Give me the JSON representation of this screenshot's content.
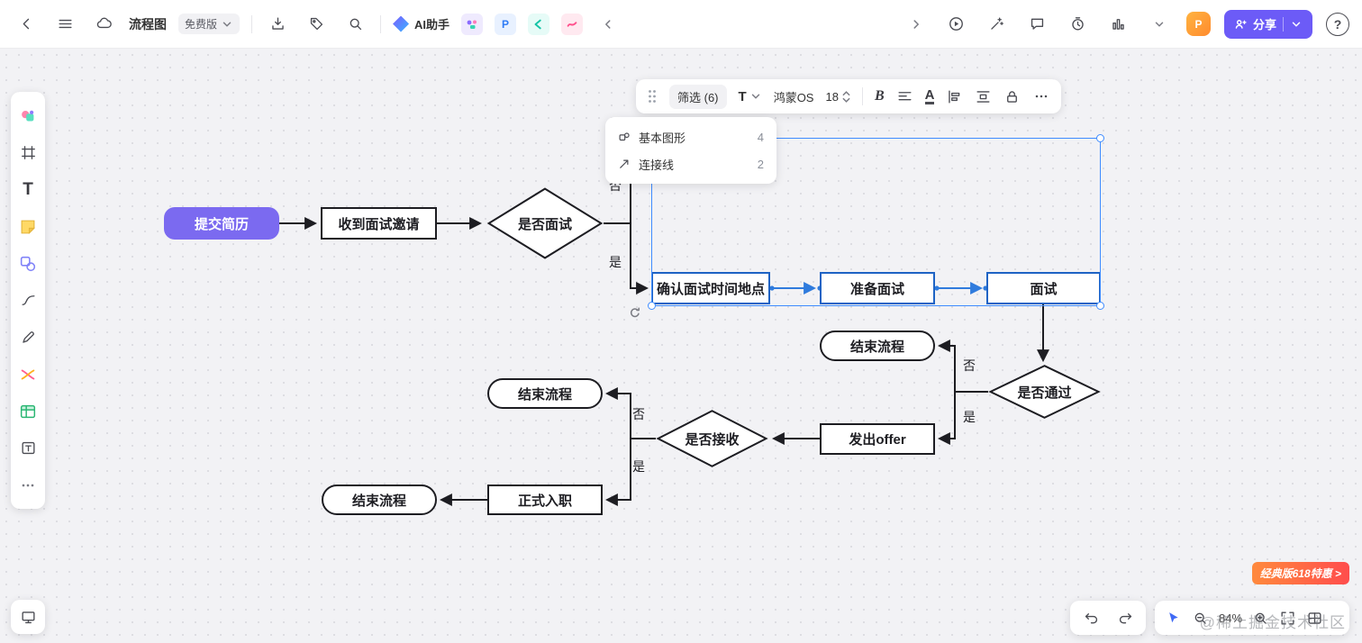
{
  "topbar": {
    "title": "流程图",
    "plan_badge": "免费版",
    "ai_label": "AI助手",
    "plugin_p": "P",
    "share_label": "分享",
    "help_label": "?",
    "avatar_text": "P"
  },
  "context_toolbar": {
    "filter_label": "筛选 (6)",
    "text_style_label": "T",
    "font_name": "鸿蒙OS",
    "font_size": "18",
    "bold_label": "B",
    "font_color_label": "A"
  },
  "filter_dropdown": {
    "items": [
      {
        "label": "基本图形",
        "count": "4"
      },
      {
        "label": "连接线",
        "count": "2"
      }
    ]
  },
  "sidebar": {
    "text_tool_label": "T"
  },
  "flow": {
    "nodes": {
      "submit": {
        "label": "提交简历"
      },
      "invite": {
        "label": "收到面试邀请"
      },
      "decide_interview": {
        "label": "是否面试"
      },
      "confirm": {
        "label": "确认面试时间地点"
      },
      "prepare": {
        "label": "准备面试"
      },
      "interview": {
        "label": "面试"
      },
      "end_top": {
        "label": "结束流程"
      },
      "decide_pass": {
        "label": "是否通过"
      },
      "offer": {
        "label": "发出offer"
      },
      "decide_accept": {
        "label": "是否接收"
      },
      "end_mid": {
        "label": "结束流程"
      },
      "onboard": {
        "label": "正式入职"
      },
      "end_bottom": {
        "label": "结束流程"
      }
    },
    "branch_labels": {
      "yes": "是",
      "no": "否"
    }
  },
  "bottom": {
    "zoom_level": "84%",
    "promo_badge": "经典版618特惠 >",
    "watermark": "@稀土掘金技术社区"
  },
  "colors": {
    "accent_purple": "#6c5bf7",
    "node_purple": "#7b6af0",
    "selection_blue": "#3f8cff",
    "selected_node_border": "#1e63c4",
    "promo_gradient_start": "#ff8a3d",
    "promo_gradient_end": "#ff4d4d"
  }
}
